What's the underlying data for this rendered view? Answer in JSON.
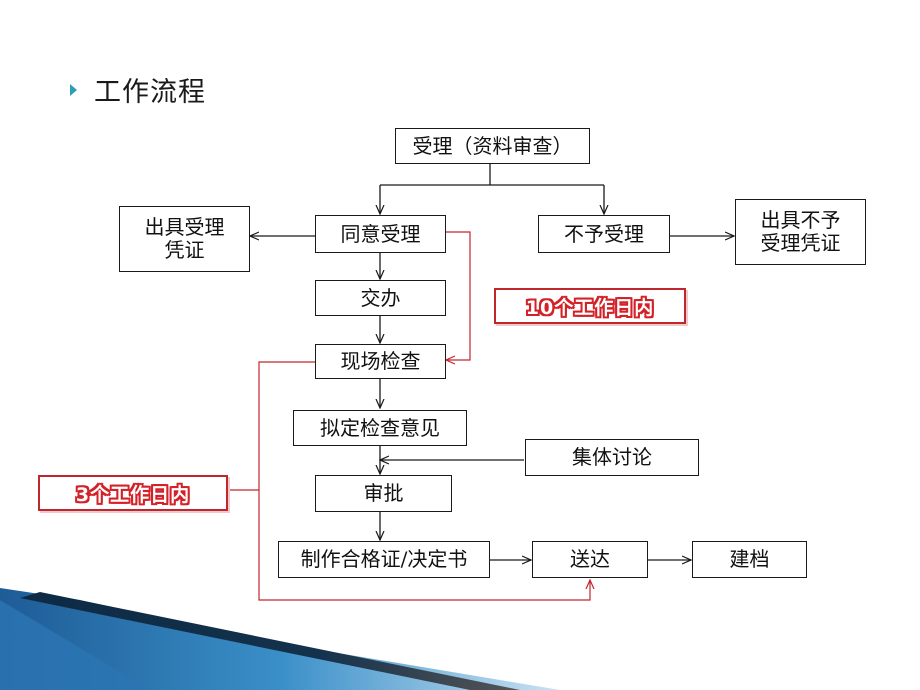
{
  "slide": {
    "title": "工作流程"
  },
  "flowchart": {
    "nodes": {
      "accept_review": "受理（资料审查）",
      "agree_accept": "同意受理",
      "reject_accept": "不予受理",
      "issue_receipt": [
        "出具受理",
        "凭证"
      ],
      "issue_reject_receipt": [
        "出具不予",
        "受理凭证"
      ],
      "handover": "交办",
      "site_inspection": "现场检查",
      "draft_opinion": "拟定检查意见",
      "collective_discussion": "集体讨论",
      "approval": "审批",
      "make_certificate": "制作合格证/决定书",
      "deliver": "送达",
      "archive": "建档"
    },
    "time_limits": {
      "ten_days": "10个工作日内",
      "three_days": "3个工作日内"
    },
    "colors": {
      "box_border": "#1a1a1a",
      "limit_line": "#c0272d",
      "limit_text": "#d42128",
      "bullet": "#2b9fb5",
      "ribbon_blue": "#1f6fb0"
    }
  }
}
